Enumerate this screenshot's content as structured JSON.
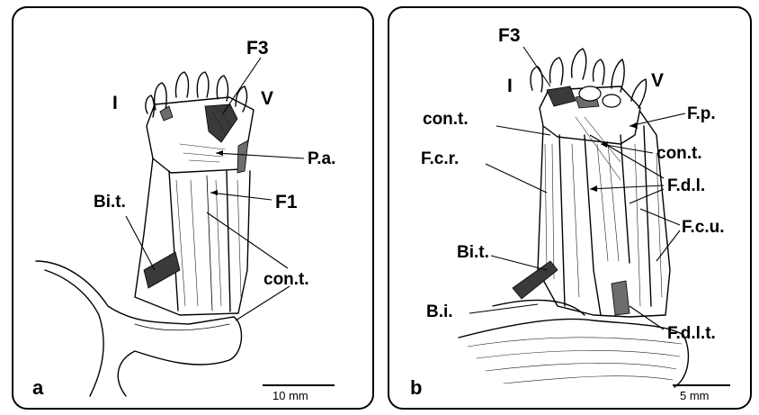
{
  "panel_a": {
    "panel_letter": "a",
    "labels": {
      "f3": "F3",
      "digit_i": "I",
      "digit_v": "V",
      "pa": "P.a.",
      "bit": "Bi.t.",
      "f1": "F1",
      "cont": "con.t."
    },
    "scale_bar": "10 mm"
  },
  "panel_b": {
    "panel_letter": "b",
    "labels": {
      "f3": "F3",
      "digit_i": "I",
      "digit_v": "V",
      "cont_upper": "con.t.",
      "fp": "F.p.",
      "cont_right": "con.t.",
      "fcr": "F.c.r.",
      "fdl": "F.d.l.",
      "fcu": "F.c.u.",
      "bit": "Bi.t.",
      "bi": "B.i.",
      "fdlt": "F.d.l.t."
    },
    "scale_bar": "5 mm"
  }
}
